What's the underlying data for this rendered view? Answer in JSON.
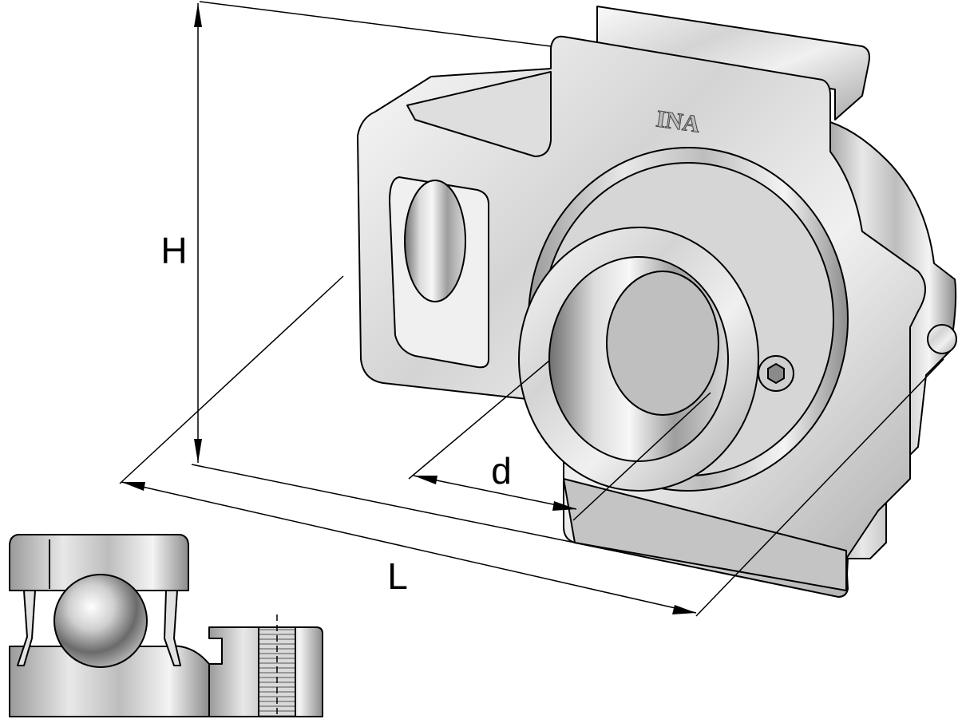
{
  "brand": {
    "text": "INA"
  },
  "dimensions": {
    "height_label": "H",
    "length_label": "L",
    "bore_label": "d"
  },
  "icons": {
    "housing": "take-up-housing-icon",
    "bearing": "insert-bearing-icon",
    "section": "bearing-cross-section-icon"
  },
  "colors": {
    "line": "#000000",
    "metal_light": "#f2f2f2",
    "metal_mid": "#c8c8c8",
    "metal_dark": "#8a8a8a"
  }
}
